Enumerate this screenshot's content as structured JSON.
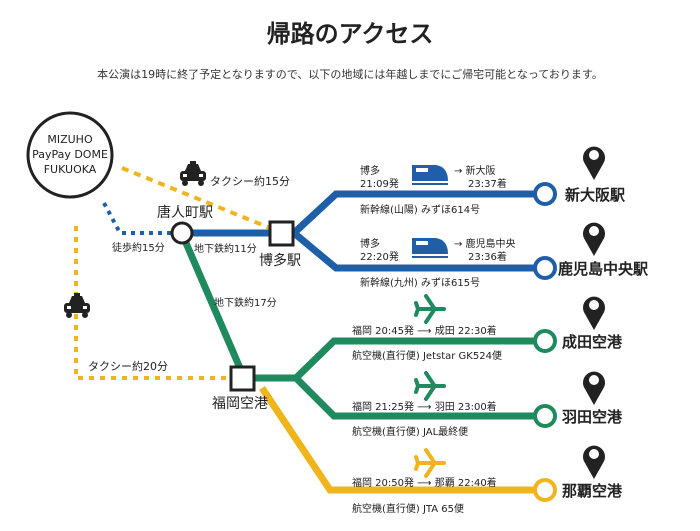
{
  "title": "帰路のアクセス",
  "subtitle": "本公演は19時に終了予定となりますので、以下の地域には年越しまでにご帰宅可能となっております。",
  "colors": {
    "blue": "#1f5fa8",
    "green": "#1e8a5e",
    "yellow": "#f0b51c",
    "dark": "#222222"
  },
  "origin": {
    "line1": "MIZUHO",
    "line2": "PayPay DOME",
    "line3": "FUKUOKA"
  },
  "stations": {
    "tojinmachi": "唐人町駅",
    "hakata": "博多駅",
    "fukuoka_airport": "福岡空港"
  },
  "legs": {
    "taxi_hakata": "タクシー約15分",
    "walk": "徒歩約15分",
    "subway_hakata": "地下鉄約11分",
    "subway_airport": "地下鉄約17分",
    "taxi_airport": "タクシー約20分"
  },
  "routes": [
    {
      "dest": "新大阪駅",
      "from": "博多",
      "dep": "21:09発",
      "to": "→ 新大阪",
      "arr": "23:37着",
      "service": "新幹線(山陽) みずほ614号",
      "icon": "train-icon"
    },
    {
      "dest": "鹿児島中央駅",
      "from": "博多",
      "dep": "22:20発",
      "to": "→ 鹿児島中央",
      "arr": "23:36着",
      "service": "新幹線(九州) みずほ615号",
      "icon": "train-icon"
    },
    {
      "dest": "成田空港",
      "times": "福岡 20:45発 ⟶ 成田 22:30着",
      "service": "航空機(直行便) Jetstar GK524便",
      "icon": "airplane-icon"
    },
    {
      "dest": "羽田空港",
      "times": "福岡 21:25発 ⟶ 羽田 23:00着",
      "service": "航空機(直行便) JAL最終便",
      "icon": "airplane-icon"
    },
    {
      "dest": "那覇空港",
      "times": "福岡 20:50発 ⟶ 那覇 22:40着",
      "service": "航空機(直行便) JTA 65便",
      "icon": "airplane-icon"
    }
  ]
}
